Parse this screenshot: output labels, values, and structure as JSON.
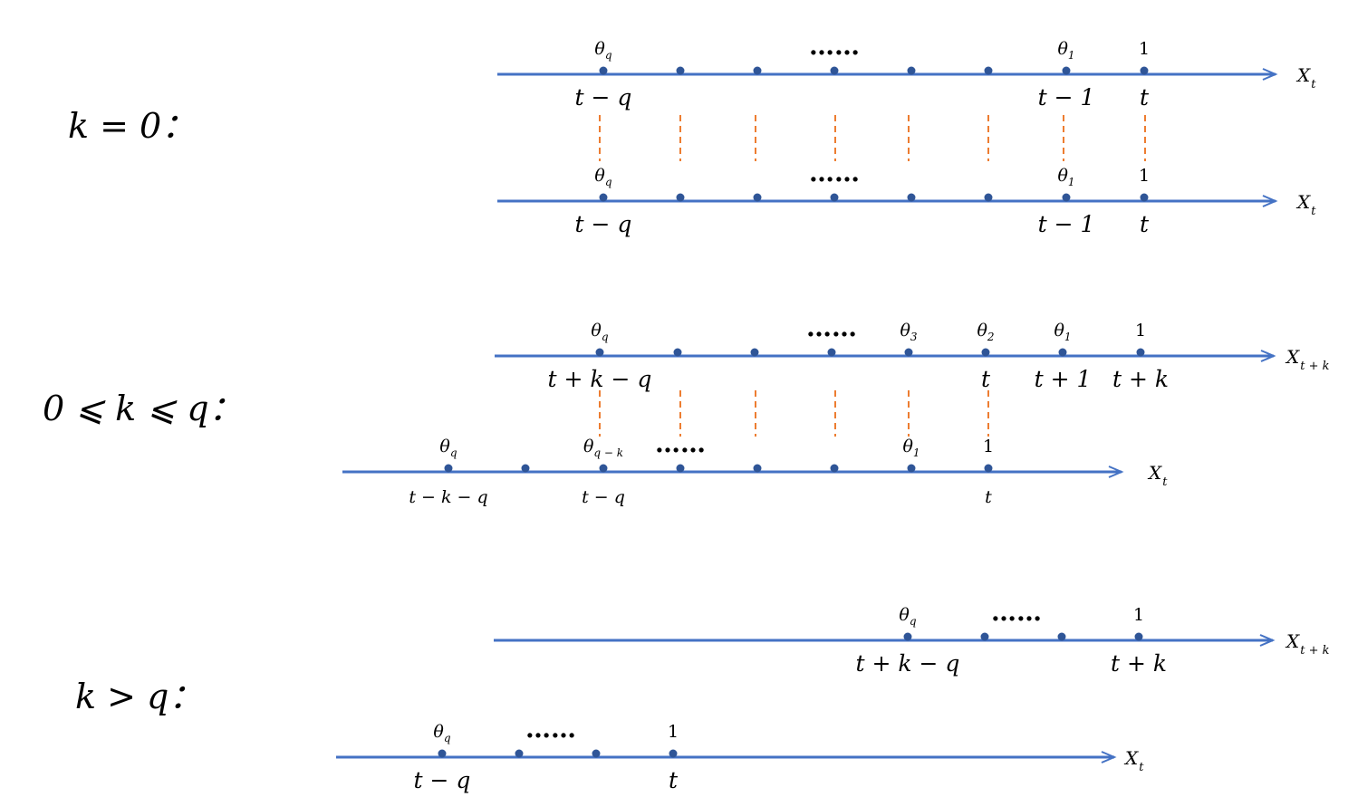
{
  "colors": {
    "axis": "#4472C4",
    "point": "#2F5597",
    "dash": "#ED7D31",
    "text": "#000000"
  },
  "cases": [
    {
      "label": "k = 0：",
      "lines": [
        {
          "axis_label": "X",
          "axis_sub": "t",
          "ticks": [
            {
              "coef": "θ",
              "coef_sub": "q",
              "time": "t − q"
            },
            {
              "coef": "",
              "time": ""
            },
            {
              "coef": "",
              "time": ""
            },
            {
              "coef": "",
              "time": ""
            },
            {
              "coef": "",
              "time": ""
            },
            {
              "coef": "",
              "time": ""
            },
            {
              "coef": "θ",
              "coef_sub": "1",
              "time": "t − 1"
            },
            {
              "coef": "1",
              "time": "t"
            }
          ],
          "ellipsis": "……"
        },
        {
          "axis_label": "X",
          "axis_sub": "t",
          "ticks": [
            {
              "coef": "θ",
              "coef_sub": "q",
              "time": "t − q"
            },
            {
              "coef": "",
              "time": ""
            },
            {
              "coef": "",
              "time": ""
            },
            {
              "coef": "",
              "time": ""
            },
            {
              "coef": "",
              "time": ""
            },
            {
              "coef": "",
              "time": ""
            },
            {
              "coef": "θ",
              "coef_sub": "1",
              "time": "t − 1"
            },
            {
              "coef": "1",
              "time": "t"
            }
          ],
          "ellipsis": "……"
        }
      ]
    },
    {
      "label": "0 ⩽ k ⩽ q：",
      "lines": [
        {
          "axis_label": "X",
          "axis_sub": "t + k",
          "ticks": [
            {
              "coef": "θ",
              "coef_sub": "q",
              "time": "t + k − q"
            },
            {
              "coef": "",
              "time": ""
            },
            {
              "coef": "",
              "time": ""
            },
            {
              "coef": "",
              "time": ""
            },
            {
              "coef": "θ",
              "coef_sub": "3",
              "time": ""
            },
            {
              "coef": "θ",
              "coef_sub": "2",
              "time": "t"
            },
            {
              "coef": "θ",
              "coef_sub": "1",
              "time": "t + 1"
            },
            {
              "coef": "1",
              "time": "t + k"
            }
          ],
          "ellipsis": "……"
        },
        {
          "axis_label": "X",
          "axis_sub": "t",
          "ticks": [
            {
              "coef": "θ",
              "coef_sub": "q",
              "time": "t − k − q"
            },
            {
              "coef": "",
              "time": ""
            },
            {
              "coef": "θ",
              "coef_sub": "q − k",
              "time": "t − q"
            },
            {
              "coef": "",
              "time": ""
            },
            {
              "coef": "",
              "time": ""
            },
            {
              "coef": "",
              "time": ""
            },
            {
              "coef": "θ",
              "coef_sub": "1",
              "time": ""
            },
            {
              "coef": "1",
              "time": "t"
            }
          ],
          "ellipsis": "……"
        }
      ]
    },
    {
      "label": "k > q：",
      "lines": [
        {
          "axis_label": "X",
          "axis_sub": "t + k",
          "ticks": [
            {
              "coef": "θ",
              "coef_sub": "q",
              "time": "t + k − q"
            },
            {
              "coef": "",
              "time": ""
            },
            {
              "coef": "",
              "time": ""
            },
            {
              "coef": "1",
              "time": "t + k"
            }
          ],
          "ellipsis": "……"
        },
        {
          "axis_label": "X",
          "axis_sub": "t",
          "ticks": [
            {
              "coef": "θ",
              "coef_sub": "q",
              "time": "t − q"
            },
            {
              "coef": "",
              "time": ""
            },
            {
              "coef": "",
              "time": ""
            },
            {
              "coef": "1",
              "time": "t"
            }
          ],
          "ellipsis": "……"
        }
      ]
    }
  ]
}
